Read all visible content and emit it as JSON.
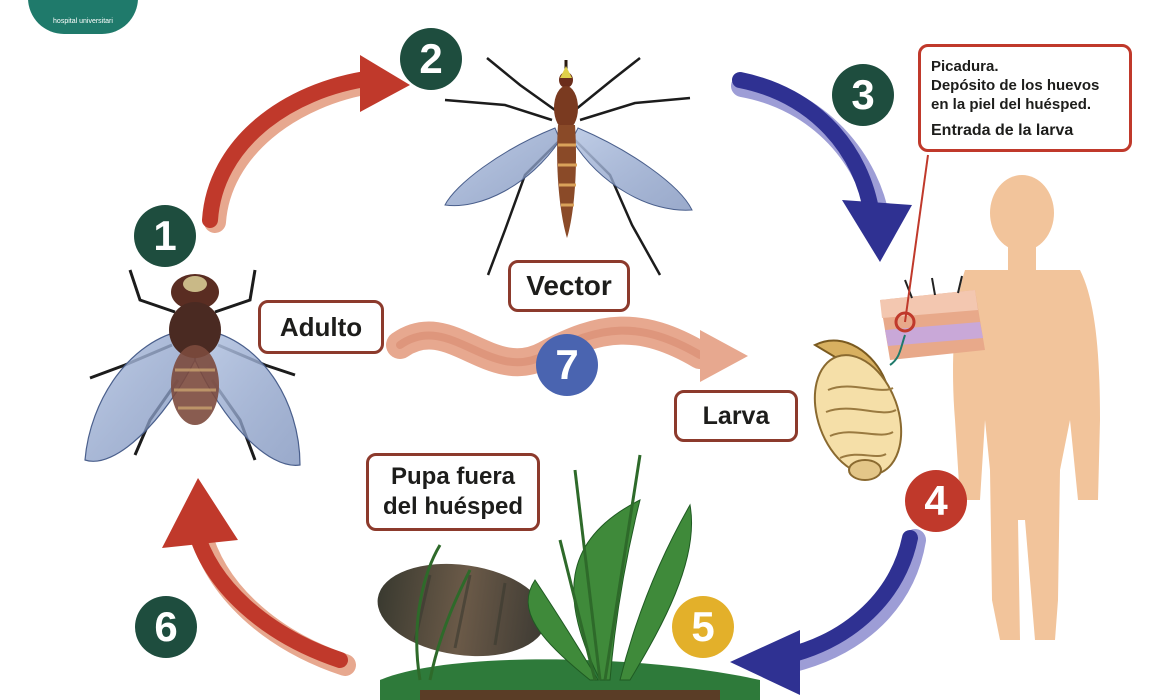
{
  "logo": {
    "text": "hospital universitari"
  },
  "steps": {
    "s1": "1",
    "s2": "2",
    "s3": "3",
    "s4": "4",
    "s5": "5",
    "s6": "6",
    "s7": "7"
  },
  "labels": {
    "vector": "Vector",
    "adulto": "Adulto",
    "larva": "Larva",
    "pupa_line1": "Pupa fuera",
    "pupa_line2": "del huésped"
  },
  "note": {
    "line1": "Picadura.",
    "line2a": "Depósito de los huevos",
    "line2b": "en la piel del huésped.",
    "line3": "Entrada de la larva"
  },
  "colors": {
    "dark_green": "#1e4d3e",
    "red_brown": "#c0392b",
    "navy": "#2f3192",
    "blue_circle": "#4a64b0",
    "gold": "#e3b02a",
    "skin": "#f2c49b"
  }
}
